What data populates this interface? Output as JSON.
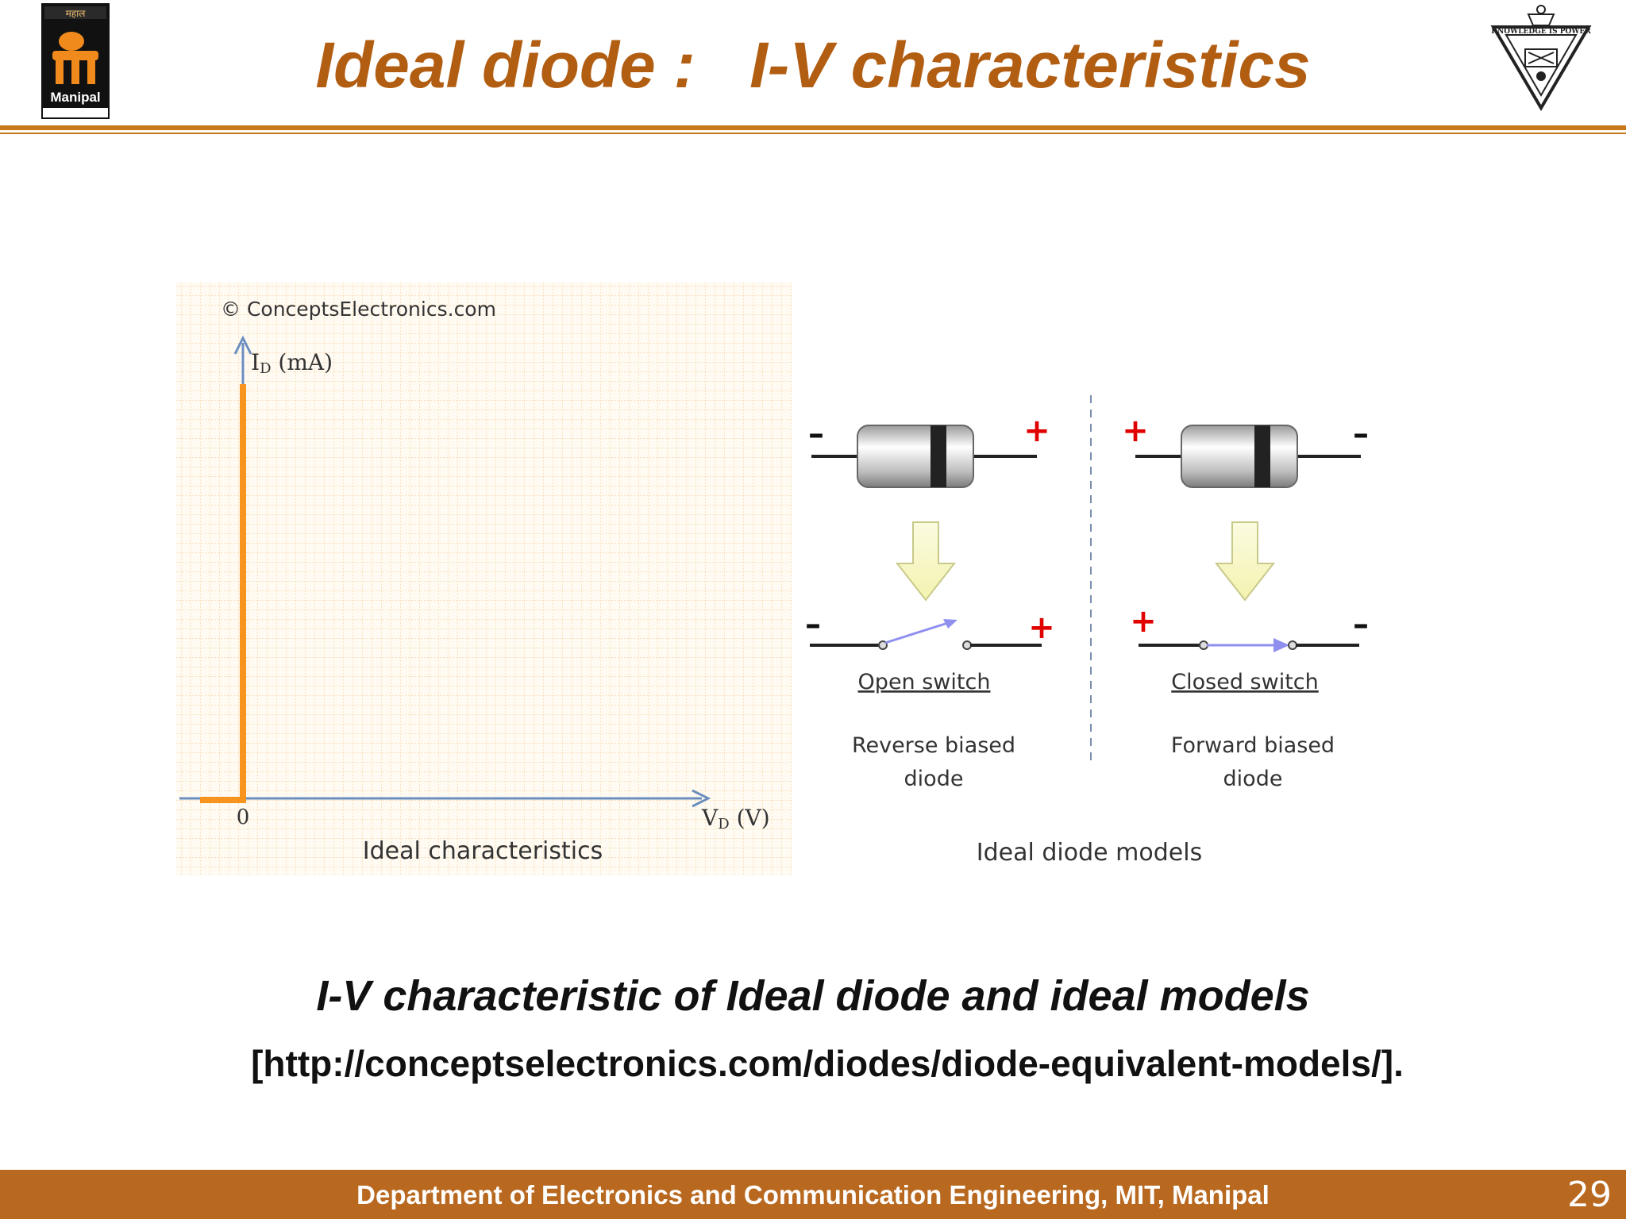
{
  "header": {
    "title": "Ideal diode :   I-V characteristics",
    "left_logo_text": "Manipal",
    "right_logo_text": "KNOWLEDGE IS POWER"
  },
  "figure": {
    "copyright": "© ConceptsElectronics.com",
    "y_axis_label": "I",
    "y_axis_sub": "D",
    "y_axis_unit": " (mA)",
    "x_axis_label": "V",
    "x_axis_sub": "D",
    "x_axis_unit": " (V)",
    "origin_label": "0",
    "left_caption": "Ideal characteristics",
    "right_caption": "Ideal diode models",
    "reverse": {
      "switch_label": "Open switch",
      "desc_line1": "Reverse biased",
      "desc_line2": "diode",
      "left_sign": "–",
      "right_sign": "+"
    },
    "forward": {
      "switch_label": "Closed switch",
      "desc_line1": "Forward biased",
      "desc_line2": "diode",
      "left_sign": "+",
      "right_sign": "–"
    }
  },
  "caption": "I-V characteristic of Ideal diode and ideal models",
  "reference": "[http://conceptselectronics.com/diodes/diode-equivalent-models/].",
  "footer": {
    "department": "Department of Electronics and Communication Engineering, MIT, Manipal",
    "page_number": "29"
  },
  "colors": {
    "title": "#b25e12",
    "rule": "#c8761a",
    "footer_bar": "#b8681f",
    "curve": "#f7941d",
    "axis": "#6b8ebf",
    "grid": "#f3c98a",
    "sign": "#e00000",
    "switch": "#8f8ff0"
  }
}
